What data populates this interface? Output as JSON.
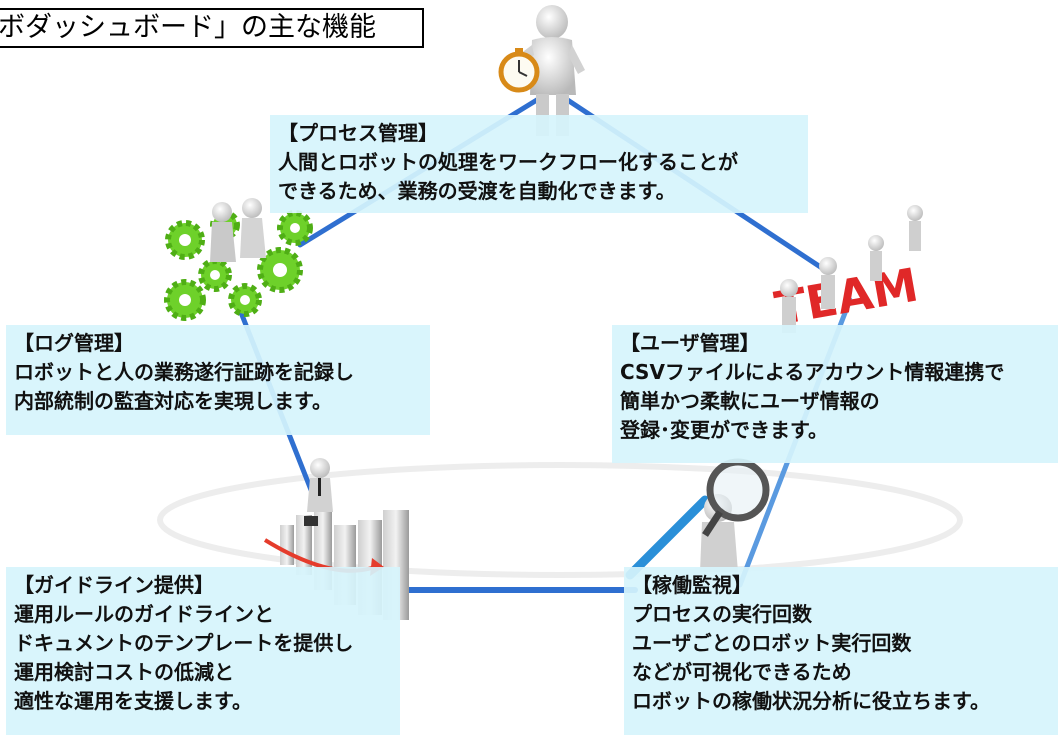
{
  "title": "ボダッシュボード」の主な機能",
  "cards": {
    "process": {
      "heading": "【プロセス管理】",
      "lines": [
        "人間とロボットの処理をワークフロー化することが",
        "できるため、業務の受渡を自動化できます。"
      ]
    },
    "log": {
      "heading": "【ログ管理】",
      "lines": [
        "ロボットと人の業務遂行証跡を記録し",
        "内部統制の監査対応を実現します。"
      ]
    },
    "user": {
      "heading": "【ユーザ管理】",
      "lines": [
        "CSVファイルによるアカウント情報連携で",
        "簡単かつ柔軟にユーザ情報の",
        "登録･変更ができます。"
      ]
    },
    "guide": {
      "heading": "【ガイドライン提供】",
      "lines": [
        "運用ルールのガイドラインと",
        "ドキュメントのテンプレートを提供し",
        "運用検討コストの低減と",
        "適性な運用を支援します。"
      ]
    },
    "monitor": {
      "heading": "【稼働監視】",
      "lines": [
        "プロセスの実行回数",
        "ユーザごとのロボット実行回数",
        "などが可視化できるため",
        "ロボットの稼働状況分析に役立ちます。"
      ]
    }
  },
  "illustrations": {
    "team_sign": "TEAM",
    "icons": [
      "stopwatch-figure",
      "gears-figure",
      "team-figure",
      "bar-chart-figure",
      "magnifier-figure"
    ]
  },
  "colors": {
    "card_bg": "#d6f4fc",
    "line": "#2f6fd0",
    "line_light": "#8fc3ef",
    "gear": "#6ed12a",
    "team_red": "#e02828"
  }
}
